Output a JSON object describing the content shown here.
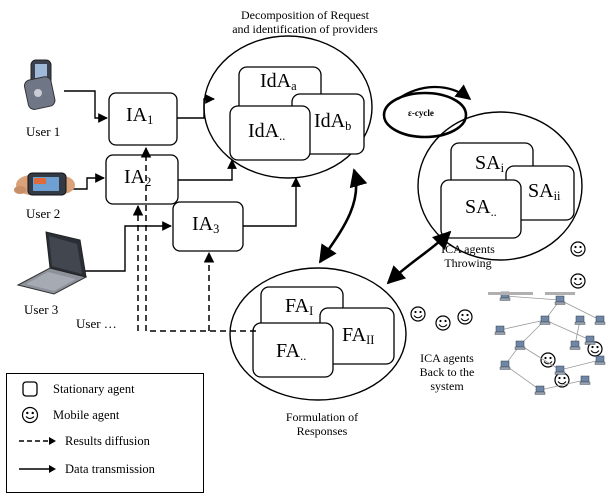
{
  "title_decomposition": [
    "Decomposition of Request",
    "and identification of providers"
  ],
  "title_formulation": [
    "Formulation of",
    "Responses"
  ],
  "users": [
    {
      "label": "User 1",
      "icon": "mobile-phone-icon"
    },
    {
      "label": "User 2",
      "icon": "handheld-device-icon"
    },
    {
      "label": "User 3",
      "icon": "laptop-icon"
    },
    {
      "label": "User …"
    }
  ],
  "interface_agents": [
    {
      "base": "IA",
      "sub": "1"
    },
    {
      "base": "IA",
      "sub": "2"
    },
    {
      "base": "IA",
      "sub": "3"
    }
  ],
  "identification_agents": [
    {
      "base": "IdA",
      "sub": "a"
    },
    {
      "base": "IdA",
      "sub": ".."
    },
    {
      "base": "IdA",
      "sub": "b"
    }
  ],
  "service_agents": [
    {
      "base": "SA",
      "sub": "i"
    },
    {
      "base": "SA",
      "sub": "ii"
    },
    {
      "base": "SA",
      "sub": ".."
    }
  ],
  "formulation_agents": [
    {
      "base": "FA",
      "sub": "I"
    },
    {
      "base": "FA",
      "sub": "II"
    },
    {
      "base": "FA",
      "sub": ".."
    }
  ],
  "cycle_label": "ε-cycle",
  "ica_throwing": [
    "ICA agents",
    "Throwing"
  ],
  "ica_back": [
    "ICA agents",
    "Back to the",
    "system"
  ],
  "legend": {
    "stationary": "Stationary agent",
    "mobile": "Mobile agent",
    "diffusion": "Results diffusion",
    "transmission": "Data transmission"
  }
}
